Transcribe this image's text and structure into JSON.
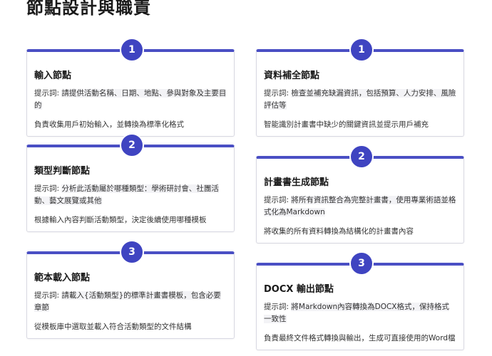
{
  "page": {
    "title": "節點設計與職責"
  },
  "cards": [
    {
      "badge": "1",
      "title": "輸入節點",
      "prompt_label": "提示詞: ",
      "prompt": "請提供活動名稱、日期、地點、參與對象及主要目的",
      "desc": "負責收集用戶初始輸入，並轉換為標準化格式"
    },
    {
      "badge": "1",
      "title": "資料補全節點",
      "prompt_label": "提示詞: ",
      "prompt": "檢查並補充缺漏資訊，包括預算、人力安排、風險評估等",
      "desc": "智能識別計畫書中缺少的關鍵資訊並提示用戶補充"
    },
    {
      "badge": "2",
      "title": "類型判斷節點",
      "prompt_label": "提示詞: ",
      "prompt": "分析此活動屬於哪種類型：學術研討會、社團活動、藝文展覽或其他",
      "desc": "根據輸入內容判斷活動類型，決定後續使用哪種模板"
    },
    {
      "badge": "2",
      "title": "計畫書生成節點",
      "prompt_label": "提示詞: ",
      "prompt": "將所有資訊整合為完整計畫書，使用專業術語並格式化為Markdown",
      "desc": "將收集的所有資料轉換為結構化的計畫書內容"
    },
    {
      "badge": "3",
      "title": "範本載入節點",
      "prompt_label": "提示詞: ",
      "prompt": "請載入{活動類型}的標準計畫書模板，包含必要章節",
      "desc": "從模板庫中選取並載入符合活動類型的文件結構"
    },
    {
      "badge": "3",
      "title": "DOCX 輸出節點",
      "prompt_label": "提示詞: ",
      "prompt": "將Markdown內容轉換為DOCX格式，保持格式一致性",
      "desc": "負責最終文件格式轉換與輸出，生成可直接使用的Word檔"
    }
  ]
}
